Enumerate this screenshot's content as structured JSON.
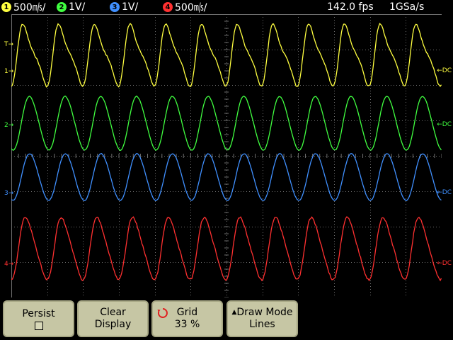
{
  "status": {
    "channels": [
      {
        "num": "1",
        "scale": "500㎧/",
        "color": "#ffff40"
      },
      {
        "num": "2",
        "scale": "1V/",
        "color": "#40ff40"
      },
      {
        "num": "3",
        "scale": "1V/",
        "color": "#4090ff"
      },
      {
        "num": "4",
        "scale": "500㎧/",
        "color": "#ff3030"
      }
    ],
    "fps": "142.0 fps",
    "sample_rate": "1GSa/s"
  },
  "markers": {
    "trigger": "T",
    "ch1": "1",
    "ch2": "2",
    "ch3": "3",
    "ch4": "4",
    "coupling": "DC"
  },
  "softkeys": {
    "persist": {
      "label": "Persist"
    },
    "clear": {
      "line1": "Clear",
      "line2": "Display"
    },
    "grid": {
      "label": "Grid",
      "value": "33 %"
    },
    "draw_mode": {
      "label": "Draw Mode",
      "value": "Lines"
    }
  },
  "colors": {
    "grid": "#707070",
    "softkey_bg": "#c6c6a4",
    "rotary_icon": "#e02020"
  }
}
